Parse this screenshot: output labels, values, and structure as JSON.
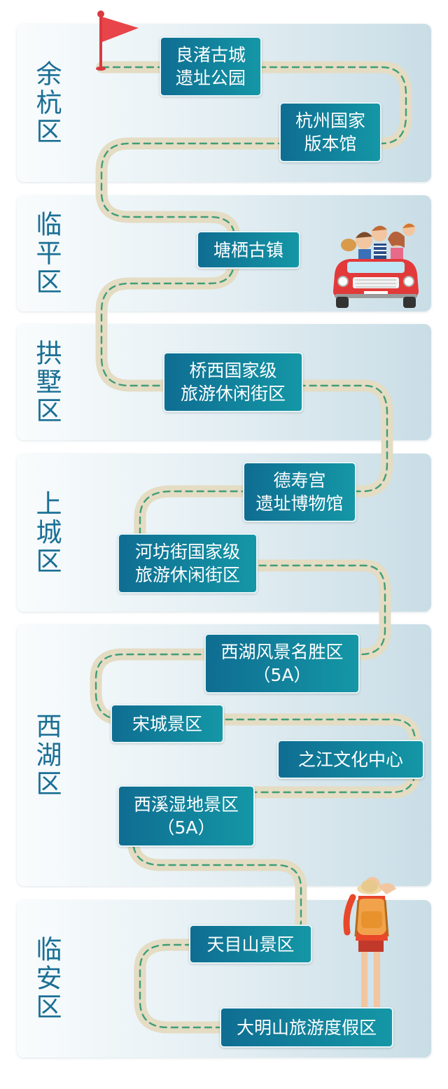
{
  "districts": [
    {
      "id": "yuhang",
      "name": "余杭区"
    },
    {
      "id": "linping",
      "name": "临平区"
    },
    {
      "id": "gongshu",
      "name": "拱墅区"
    },
    {
      "id": "shangcheng",
      "name": "上城区"
    },
    {
      "id": "xihu",
      "name": "西湖区"
    },
    {
      "id": "linan",
      "name": "临安区"
    }
  ],
  "attractions": [
    {
      "id": "liangzhu",
      "lines": [
        "良渚古城",
        "遗址公园"
      ]
    },
    {
      "id": "banben",
      "lines": [
        "杭州国家",
        "版本馆"
      ]
    },
    {
      "id": "tangqi",
      "lines": [
        "塘栖古镇"
      ]
    },
    {
      "id": "qiaoxi",
      "lines": [
        "桥西国家级",
        "旅游休闲街区"
      ]
    },
    {
      "id": "deshougong",
      "lines": [
        "德寿宫",
        "遗址博物馆"
      ]
    },
    {
      "id": "hefangjie",
      "lines": [
        "河坊街国家级",
        "旅游休闲街区"
      ]
    },
    {
      "id": "xihu-scenic",
      "lines": [
        "西湖风景名胜区",
        "（5A）"
      ]
    },
    {
      "id": "songcheng",
      "lines": [
        "宋城景区"
      ]
    },
    {
      "id": "zhijiang",
      "lines": [
        "之江文化中心"
      ]
    },
    {
      "id": "xixi",
      "lines": [
        "西溪湿地景区",
        "（5A）"
      ]
    },
    {
      "id": "tianmushan",
      "lines": [
        "天目山景区"
      ]
    },
    {
      "id": "damingshan",
      "lines": [
        "大明山旅游度假区"
      ]
    }
  ],
  "colors": {
    "district_text": "#1b6f95",
    "box_start": "#0f6d92",
    "box_end": "#1497a6",
    "road": "#e4dcc3",
    "road_dash": "#3f9e78",
    "flag": "#e8454a"
  },
  "icons": [
    "flag-icon",
    "car-family-icon",
    "backpacker-icon"
  ]
}
